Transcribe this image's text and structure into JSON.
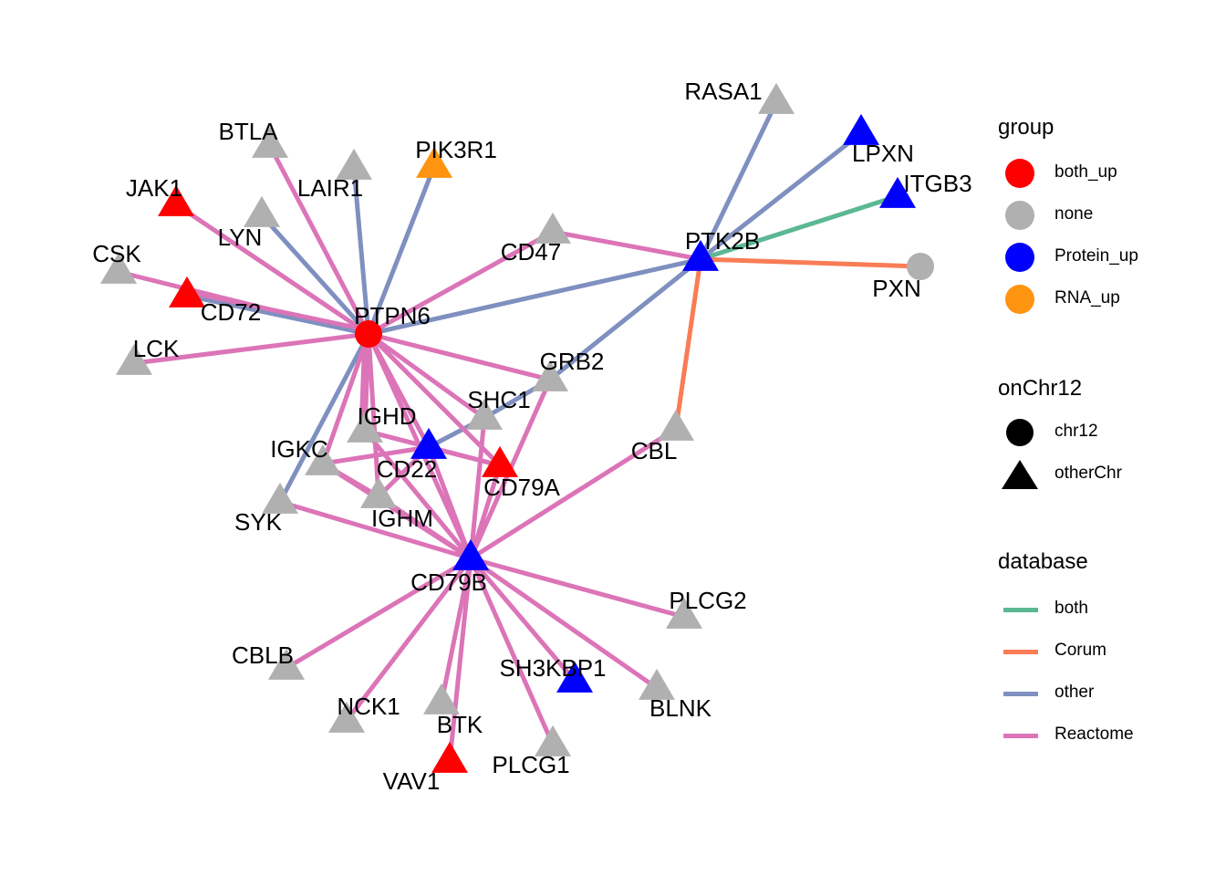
{
  "chart_data": {
    "type": "network",
    "title": "",
    "nodes": [
      {
        "id": "PTPN6",
        "group": "both_up",
        "onChr12": "chr12"
      },
      {
        "id": "PTK2B",
        "group": "Protein_up",
        "onChr12": "otherChr"
      },
      {
        "id": "CD79B",
        "group": "Protein_up",
        "onChr12": "otherChr"
      },
      {
        "id": "RASA1",
        "group": "none",
        "onChr12": "otherChr"
      },
      {
        "id": "LPXN",
        "group": "Protein_up",
        "onChr12": "otherChr"
      },
      {
        "id": "ITGB3",
        "group": "Protein_up",
        "onChr12": "otherChr"
      },
      {
        "id": "PXN",
        "group": "none",
        "onChr12": "chr12"
      },
      {
        "id": "BTLA",
        "group": "none",
        "onChr12": "otherChr"
      },
      {
        "id": "PIK3R1",
        "group": "RNA_up",
        "onChr12": "otherChr"
      },
      {
        "id": "LAIR1",
        "group": "none",
        "onChr12": "otherChr"
      },
      {
        "id": "JAK1",
        "group": "both_up",
        "onChr12": "otherChr"
      },
      {
        "id": "LYN",
        "group": "none",
        "onChr12": "otherChr"
      },
      {
        "id": "CSK",
        "group": "none",
        "onChr12": "otherChr"
      },
      {
        "id": "CD72",
        "group": "both_up",
        "onChr12": "otherChr"
      },
      {
        "id": "CD47",
        "group": "none",
        "onChr12": "otherChr"
      },
      {
        "id": "LCK",
        "group": "none",
        "onChr12": "otherChr"
      },
      {
        "id": "GRB2",
        "group": "none",
        "onChr12": "otherChr"
      },
      {
        "id": "SHC1",
        "group": "none",
        "onChr12": "otherChr"
      },
      {
        "id": "IGHD",
        "group": "none",
        "onChr12": "otherChr"
      },
      {
        "id": "CD22",
        "group": "Protein_up",
        "onChr12": "otherChr"
      },
      {
        "id": "IGKC",
        "group": "none",
        "onChr12": "otherChr"
      },
      {
        "id": "CD79A",
        "group": "both_up",
        "onChr12": "otherChr"
      },
      {
        "id": "CBL",
        "group": "none",
        "onChr12": "otherChr"
      },
      {
        "id": "SYK",
        "group": "none",
        "onChr12": "otherChr"
      },
      {
        "id": "IGHM",
        "group": "none",
        "onChr12": "otherChr"
      },
      {
        "id": "PLCG2",
        "group": "none",
        "onChr12": "otherChr"
      },
      {
        "id": "CBLB",
        "group": "none",
        "onChr12": "otherChr"
      },
      {
        "id": "SH3KBP1",
        "group": "Protein_up",
        "onChr12": "otherChr"
      },
      {
        "id": "NCK1",
        "group": "none",
        "onChr12": "otherChr"
      },
      {
        "id": "BTK",
        "group": "none",
        "onChr12": "otherChr"
      },
      {
        "id": "BLNK",
        "group": "none",
        "onChr12": "otherChr"
      },
      {
        "id": "PLCG1",
        "group": "none",
        "onChr12": "otherChr"
      },
      {
        "id": "VAV1",
        "group": "both_up",
        "onChr12": "otherChr"
      }
    ],
    "edges": [
      {
        "source": "PTK2B",
        "target": "RASA1",
        "database": "other"
      },
      {
        "source": "PTK2B",
        "target": "LPXN",
        "database": "other"
      },
      {
        "source": "PTK2B",
        "target": "ITGB3",
        "database": "both"
      },
      {
        "source": "PTK2B",
        "target": "PXN",
        "database": "Corum"
      },
      {
        "source": "PTK2B",
        "target": "CBL",
        "database": "Corum"
      },
      {
        "source": "PTK2B",
        "target": "CD47",
        "database": "Reactome"
      },
      {
        "source": "PTK2B",
        "target": "PTPN6",
        "database": "other"
      },
      {
        "source": "PTK2B",
        "target": "GRB2",
        "database": "other"
      },
      {
        "source": "GRB2",
        "target": "SHC1",
        "database": "other"
      },
      {
        "source": "SHC1",
        "target": "CD22",
        "database": "other"
      },
      {
        "source": "PTPN6",
        "target": "BTLA",
        "database": "Reactome"
      },
      {
        "source": "PTPN6",
        "target": "PIK3R1",
        "database": "other"
      },
      {
        "source": "PTPN6",
        "target": "LAIR1",
        "database": "other"
      },
      {
        "source": "PTPN6",
        "target": "JAK1",
        "database": "Reactome"
      },
      {
        "source": "PTPN6",
        "target": "LYN",
        "database": "other"
      },
      {
        "source": "PTPN6",
        "target": "CSK",
        "database": "Reactome"
      },
      {
        "source": "PTPN6",
        "target": "CD72",
        "database": "other"
      },
      {
        "source": "PTPN6",
        "target": "CD72",
        "database": "Reactome"
      },
      {
        "source": "PTPN6",
        "target": "LCK",
        "database": "Reactome"
      },
      {
        "source": "PTPN6",
        "target": "CD47",
        "database": "Reactome"
      },
      {
        "source": "PTPN6",
        "target": "GRB2",
        "database": "Reactome"
      },
      {
        "source": "PTPN6",
        "target": "SHC1",
        "database": "Reactome"
      },
      {
        "source": "PTPN6",
        "target": "SYK",
        "database": "other"
      },
      {
        "source": "PTPN6",
        "target": "IGKC",
        "database": "Reactome"
      },
      {
        "source": "PTPN6",
        "target": "IGHD",
        "database": "Reactome"
      },
      {
        "source": "PTPN6",
        "target": "IGHM",
        "database": "Reactome"
      },
      {
        "source": "PTPN6",
        "target": "CD22",
        "database": "Reactome"
      },
      {
        "source": "PTPN6",
        "target": "CD79A",
        "database": "Reactome"
      },
      {
        "source": "PTPN6",
        "target": "CD79B",
        "database": "Reactome"
      },
      {
        "source": "CD79B",
        "target": "SYK",
        "database": "Reactome"
      },
      {
        "source": "CD79B",
        "target": "IGKC",
        "database": "Reactome"
      },
      {
        "source": "CD79B",
        "target": "IGHD",
        "database": "Reactome"
      },
      {
        "source": "CD79B",
        "target": "IGHM",
        "database": "Reactome"
      },
      {
        "source": "CD79B",
        "target": "CD22",
        "database": "Reactome"
      },
      {
        "source": "CD79B",
        "target": "SHC1",
        "database": "Reactome"
      },
      {
        "source": "CD79B",
        "target": "GRB2",
        "database": "Reactome"
      },
      {
        "source": "CD79B",
        "target": "CD79A",
        "database": "Reactome"
      },
      {
        "source": "CD79B",
        "target": "CBL",
        "database": "Reactome"
      },
      {
        "source": "CD79B",
        "target": "PLCG2",
        "database": "Reactome"
      },
      {
        "source": "CD79B",
        "target": "CBLB",
        "database": "Reactome"
      },
      {
        "source": "CD79B",
        "target": "SH3KBP1",
        "database": "Reactome"
      },
      {
        "source": "CD79B",
        "target": "NCK1",
        "database": "Reactome"
      },
      {
        "source": "CD79B",
        "target": "BTK",
        "database": "Reactome"
      },
      {
        "source": "CD79B",
        "target": "VAV1",
        "database": "Reactome"
      },
      {
        "source": "CD79B",
        "target": "BLNK",
        "database": "Reactome"
      },
      {
        "source": "CD79B",
        "target": "PLCG1",
        "database": "Reactome"
      },
      {
        "source": "IGKC",
        "target": "CD22",
        "database": "Reactome"
      },
      {
        "source": "IGKC",
        "target": "IGHM",
        "database": "Reactome"
      },
      {
        "source": "IGHD",
        "target": "CD79A",
        "database": "Reactome"
      },
      {
        "source": "IGHD",
        "target": "CD22",
        "database": "Reactome"
      },
      {
        "source": "IGHM",
        "target": "CD22",
        "database": "Reactome"
      },
      {
        "source": "CD22",
        "target": "CD79A",
        "database": "Reactome"
      },
      {
        "source": "PTPN6",
        "target": "IGHD",
        "database": "Reactome"
      }
    ],
    "legend": {
      "placement": "right",
      "group": {
        "title": "group",
        "entries": [
          {
            "label": "both_up",
            "color": "#FF0000"
          },
          {
            "label": "none",
            "color": "#B0B0B0"
          },
          {
            "label": "Protein_up",
            "color": "#0000FF"
          },
          {
            "label": "RNA_up",
            "color": "#FF9410"
          }
        ]
      },
      "onChr12": {
        "title": "onChr12",
        "entries": [
          {
            "label": "chr12",
            "shape": "circle"
          },
          {
            "label": "otherChr",
            "shape": "triangle"
          }
        ]
      },
      "database": {
        "title": "database",
        "entries": [
          {
            "label": "both",
            "color": "#5BB893"
          },
          {
            "label": "Corum",
            "color": "#F97C55"
          },
          {
            "label": "other",
            "color": "#7F90C0"
          },
          {
            "label": "Reactome",
            "color": "#DC74B8"
          }
        ]
      }
    }
  }
}
